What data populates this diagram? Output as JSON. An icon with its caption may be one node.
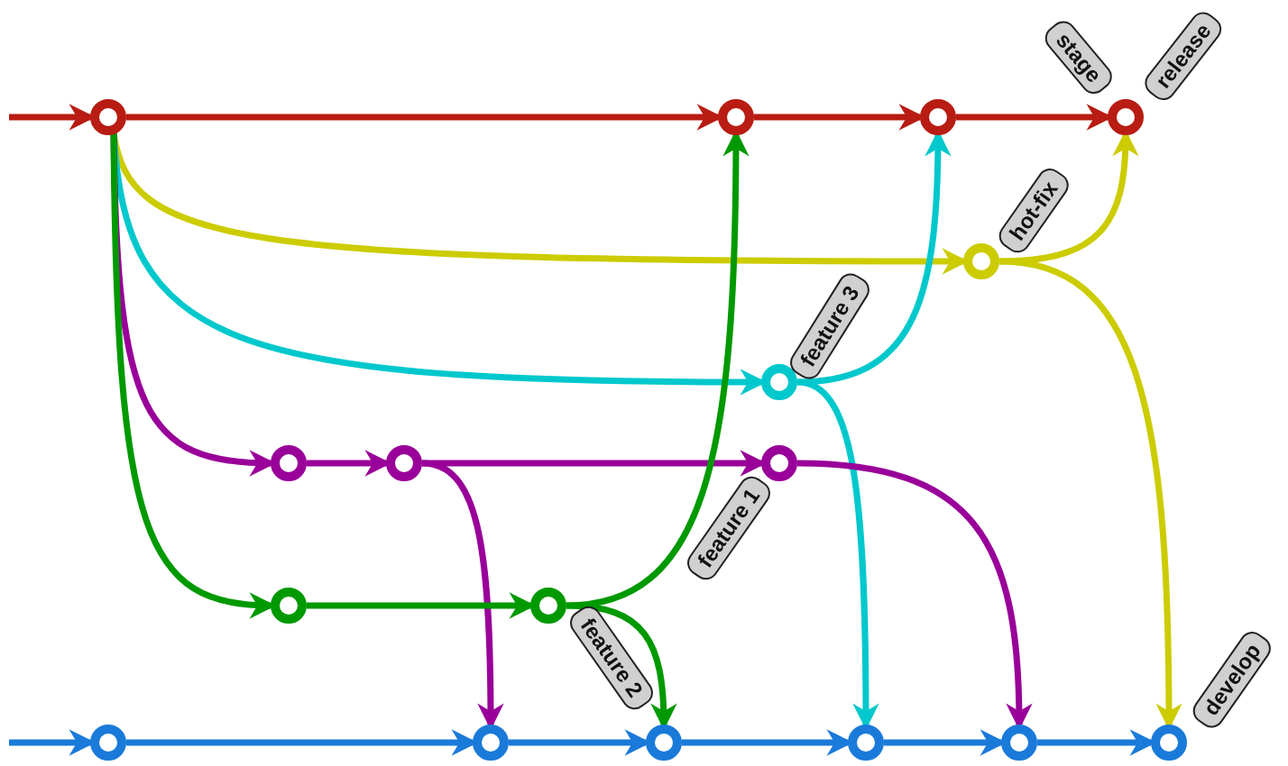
{
  "diagram": {
    "nodes": [
      {
        "text": [],
        "shape": "circle"
      },
      {
        "text": [],
        "shape": "circle"
      },
      {
        "text": [],
        "shape": "circle"
      },
      {
        "text": [],
        "shape": "circle",
        "beside": [
          "stage",
          "release"
        ]
      },
      {
        "text": [],
        "shape": "circle",
        "beside": [
          "hot-fix"
        ]
      },
      {
        "text": [],
        "shape": "circle",
        "beside": [
          "feature 3"
        ]
      },
      {
        "text": [],
        "shape": "circle"
      },
      {
        "text": [],
        "shape": "circle"
      },
      {
        "text": [],
        "shape": "circle",
        "beside": [
          "feature 1"
        ]
      },
      {
        "text": [],
        "shape": "circle"
      },
      {
        "text": [],
        "shape": "circle",
        "beside": [
          "feature 2"
        ]
      },
      {
        "text": [],
        "shape": "circle"
      },
      {
        "text": [],
        "shape": "circle"
      },
      {
        "text": [],
        "shape": "circle"
      },
      {
        "text": [],
        "shape": "circle"
      },
      {
        "text": [],
        "shape": "circle"
      },
      {
        "text": [],
        "shape": "circle",
        "beside": [
          "develop"
        ]
      }
    ],
    "edges": [
      {
        "from": null,
        "to": 0,
        "arrow": "to",
        "color": "#b81c12"
      },
      {
        "from": 0,
        "to": 1,
        "arrow": "to",
        "color": "#b81c12"
      },
      {
        "from": 1,
        "to": 2,
        "arrow": "to",
        "color": "#b81c12"
      },
      {
        "from": 2,
        "to": 3,
        "arrow": "to",
        "color": "#b81c12"
      },
      {
        "from": null,
        "to": 11,
        "arrow": "to"
      },
      {
        "from": 11,
        "to": 12,
        "arrow": "to"
      },
      {
        "from": 12,
        "to": 13,
        "arrow": "to"
      },
      {
        "from": 13,
        "to": 14,
        "arrow": "to"
      },
      {
        "from": 14,
        "to": 15,
        "arrow": "to"
      },
      {
        "from": 15,
        "to": 16,
        "arrow": "to"
      },
      {
        "from": 0,
        "to": 4,
        "arrow": "to",
        "color": "#cccc00"
      },
      {
        "from": 4,
        "to": 3,
        "arrow": "to",
        "color": "#cccc00"
      },
      {
        "from": 4,
        "to": 16,
        "arrow": "to",
        "color": "#cccc00"
      },
      {
        "from": 0,
        "to": 5,
        "arrow": "to",
        "color": "#00c8cc"
      },
      {
        "from": 5,
        "to": 2,
        "arrow": "to",
        "color": "#00c8cc"
      },
      {
        "from": 5,
        "to": 14,
        "arrow": "to",
        "color": "#00c8cc"
      },
      {
        "from": 0,
        "to": 6,
        "arrow": "to",
        "color": "#990099"
      },
      {
        "from": 6,
        "to": 7,
        "arrow": "to",
        "color": "#990099"
      },
      {
        "from": 7,
        "to": 8,
        "arrow": "to",
        "color": "#990099"
      },
      {
        "from": 7,
        "to": 12,
        "arrow": "to",
        "color": "#990099"
      },
      {
        "from": 8,
        "to": 15,
        "arrow": "to",
        "color": "#990099"
      },
      {
        "from": 0,
        "to": 9,
        "arrow": "to",
        "color": "#009900"
      },
      {
        "from": 9,
        "to": 10,
        "arrow": "to",
        "color": "#009900"
      },
      {
        "from": 10,
        "to": 1,
        "arrow": "to",
        "color": "#009900"
      },
      {
        "from": 10,
        "to": 13,
        "arrow": "to",
        "color": "#009900"
      }
    ]
  }
}
